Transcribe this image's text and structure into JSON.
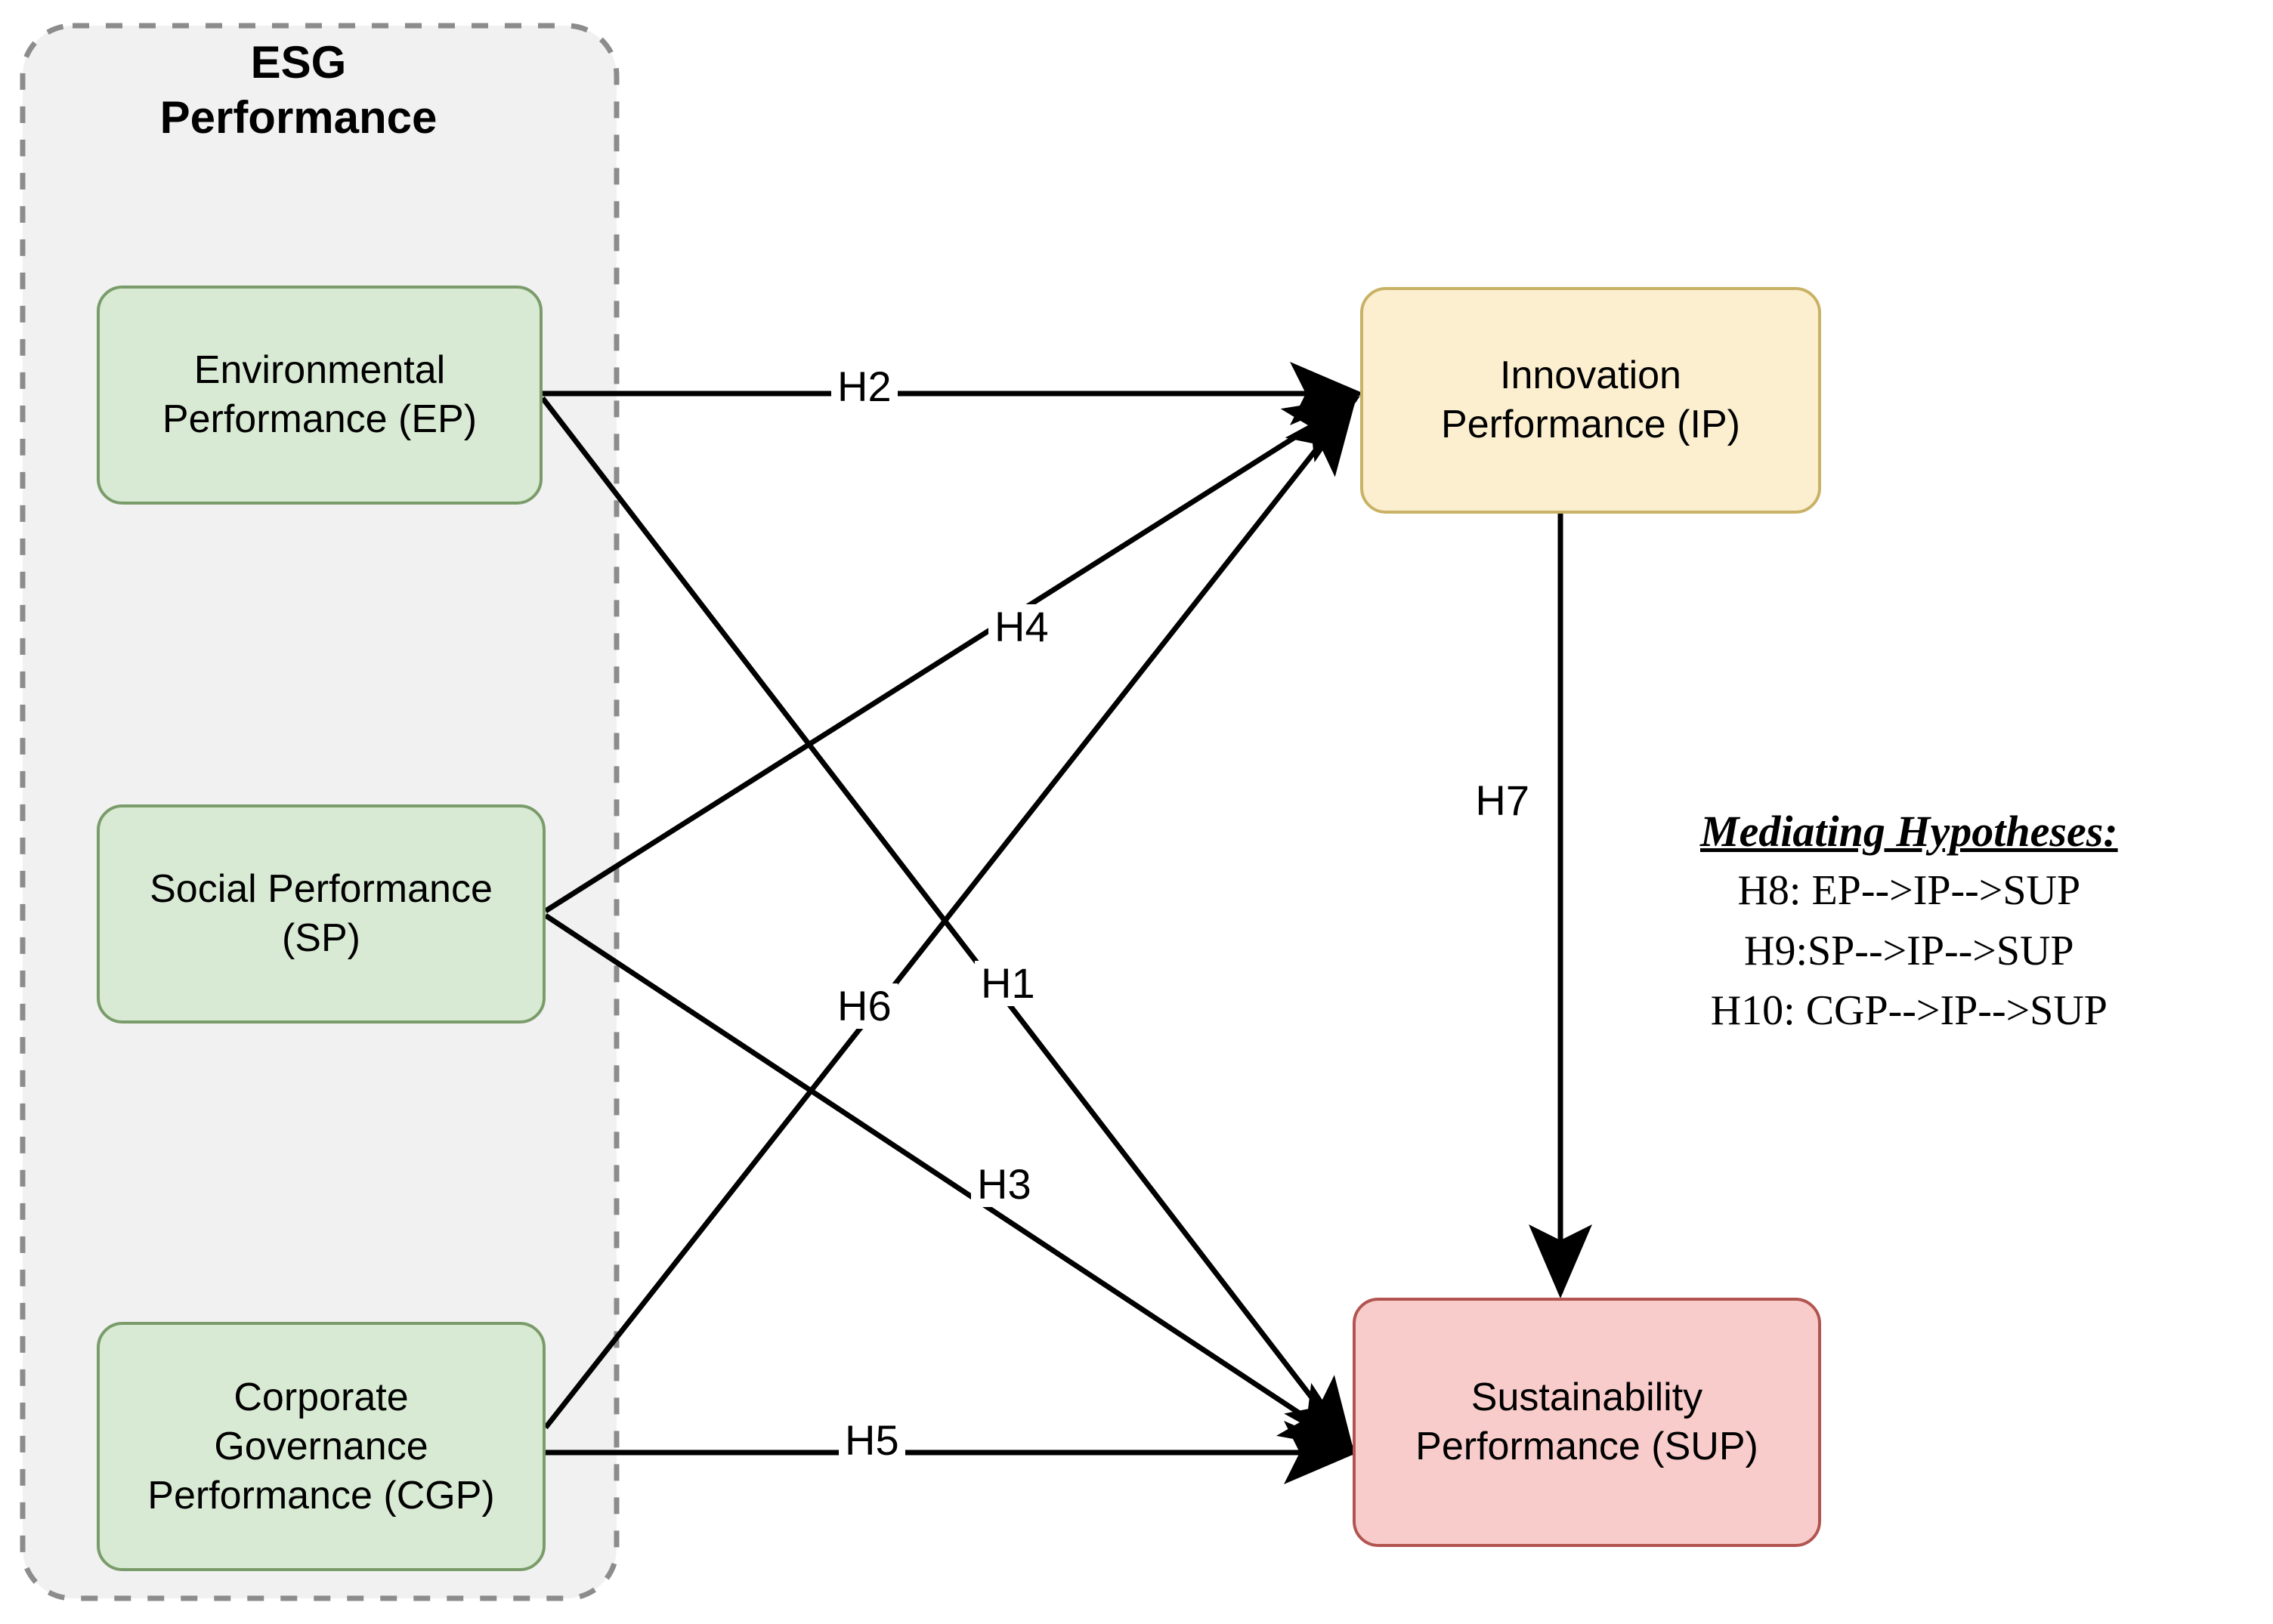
{
  "diagram": {
    "title": "ESG Performance Research Model",
    "type": "path-model-diagram",
    "background_color": "#ffffff"
  },
  "group": {
    "name": "esg-performance-group",
    "label_line1": "ESG",
    "label_line2": "Performance",
    "fill_color": "#f1f1f1",
    "border_color": "#8c8c8c",
    "border_style": "dashed"
  },
  "nodes": [
    {
      "id": "EP",
      "name": "environmental-performance-node",
      "line1": "Environmental",
      "line2": "Performance (EP)",
      "fill_color": "#d8ead3",
      "border_color": "#7a9c6a"
    },
    {
      "id": "SP",
      "name": "social-performance-node",
      "line1": "Social Performance",
      "line2": "(SP)",
      "fill_color": "#d8ead3",
      "border_color": "#7a9c6a"
    },
    {
      "id": "CGP",
      "name": "corporate-governance-performance-node",
      "line1": "Corporate",
      "line2": "Governance",
      "line3": "Performance (CGP)",
      "fill_color": "#d8ead3",
      "border_color": "#7a9c6a"
    },
    {
      "id": "IP",
      "name": "innovation-performance-node",
      "line1": "Innovation",
      "line2": "Performance (IP)",
      "fill_color": "#fbefd0",
      "border_color": "#c9b265"
    },
    {
      "id": "SUP",
      "name": "sustainability-performance-node",
      "line1": "Sustainability",
      "line2": "Performance (SUP)",
      "fill_color": "#f7ccca",
      "border_color": "#b25450"
    }
  ],
  "edges": [
    {
      "id": "H1",
      "label": "H1",
      "from": "EP",
      "to": "SUP"
    },
    {
      "id": "H2",
      "label": "H2",
      "from": "EP",
      "to": "IP"
    },
    {
      "id": "H3",
      "label": "H3",
      "from": "SP",
      "to": "SUP"
    },
    {
      "id": "H4",
      "label": "H4",
      "from": "SP",
      "to": "IP"
    },
    {
      "id": "H5",
      "label": "H5",
      "from": "CGP",
      "to": "SUP"
    },
    {
      "id": "H6",
      "label": "H6",
      "from": "CGP",
      "to": "IP"
    },
    {
      "id": "H7",
      "label": "H7",
      "from": "IP",
      "to": "SUP"
    }
  ],
  "mediating": {
    "title": "Mediating Hypotheses:",
    "lines": [
      "H8: EP-->IP-->SUP",
      "H9:SP-->IP-->SUP",
      "H10: CGP-->IP-->SUP"
    ]
  },
  "colors": {
    "line": "#000000",
    "group_fill": "#f1f1f1",
    "group_border": "#8c8c8c"
  }
}
